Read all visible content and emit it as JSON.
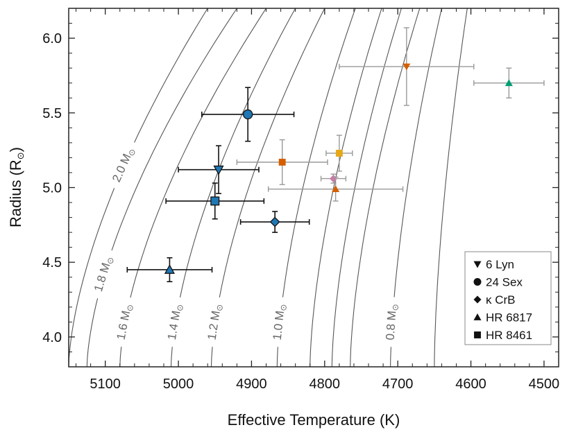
{
  "chart_data": {
    "type": "scatter",
    "xlabel": "Effective Temperature (K)",
    "ylabel": "Radius (R",
    "ylabel_symbol": "⊙",
    "ylabel_close": ")",
    "xlim": [
      5150,
      4480
    ],
    "ylim": [
      3.8,
      6.2
    ],
    "xticks": [
      5100,
      5000,
      4900,
      4800,
      4700,
      4600,
      4500
    ],
    "yticks": [
      4.0,
      4.5,
      5.0,
      5.5,
      6.0
    ],
    "ytick_labels": [
      "4.0",
      "4.5",
      "5.0",
      "5.5",
      "6.0"
    ],
    "grid": false,
    "legend_position": "bottom-right",
    "tracks": [
      {
        "label": "2.0 M",
        "x_at_min": 5150,
        "x_at_max": 4960
      },
      {
        "label": "1.8 M",
        "x_at_min": 5125,
        "x_at_max": 4920
      },
      {
        "label": "1.6 M",
        "x_at_min": 5080,
        "x_at_max": 4880
      },
      {
        "label": "1.4 M",
        "x_at_min": 5010,
        "x_at_max": 4840
      },
      {
        "label": "1.2 M",
        "x_at_min": 4955,
        "x_at_max": 4800
      },
      {
        "label": "1.0 M",
        "x_at_min": 4865,
        "x_at_max": 4758
      },
      {
        "label": "",
        "x_at_min": 4820,
        "x_at_max": 4722
      },
      {
        "label": "",
        "x_at_min": 4790,
        "x_at_max": 4695
      },
      {
        "label": "",
        "x_at_min": 4765,
        "x_at_max": 4670
      },
      {
        "label": "0.8 M",
        "x_at_min": 4710,
        "x_at_max": 4640
      },
      {
        "label": "",
        "x_at_min": 4650,
        "x_at_max": 4605
      }
    ],
    "track_label_symbol": "⊙",
    "series": [
      {
        "name": "6 Lyn",
        "marker": "triangle-down",
        "points": [
          {
            "x": 4945,
            "y": 5.12,
            "xerr": 55,
            "yerr": 0.16,
            "color": "#1f77b4",
            "style": "primary"
          },
          {
            "x": 4688,
            "y": 5.81,
            "xerr": 92,
            "yerr": 0.26,
            "color": "#d55e00",
            "style": "literature"
          }
        ]
      },
      {
        "name": "24 Sex",
        "marker": "circle",
        "points": [
          {
            "x": 4905,
            "y": 5.49,
            "xerr": 63,
            "yerr": 0.18,
            "color": "#1f77b4",
            "style": "primary"
          }
        ]
      },
      {
        "name": "κ CrB",
        "marker": "diamond",
        "points": [
          {
            "x": 4868,
            "y": 4.77,
            "xerr": 47,
            "yerr": 0.07,
            "color": "#1f77b4",
            "style": "primary"
          },
          {
            "x": 4788,
            "y": 5.06,
            "xerr": 17,
            "yerr": 0.03,
            "color": "#cc79a7",
            "style": "literature"
          }
        ]
      },
      {
        "name": "HR 6817",
        "marker": "triangle-up",
        "points": [
          {
            "x": 5012,
            "y": 4.45,
            "xerr": 58,
            "yerr": 0.08,
            "color": "#1f77b4",
            "style": "primary"
          },
          {
            "x": 4785,
            "y": 4.99,
            "xerr": 92,
            "yerr": 0.08,
            "color": "#d55e00",
            "style": "literature"
          },
          {
            "x": 4548,
            "y": 5.7,
            "xerr": 48,
            "yerr": 0.1,
            "color": "#009e73",
            "style": "literature"
          }
        ]
      },
      {
        "name": "HR 8461",
        "marker": "square",
        "points": [
          {
            "x": 4950,
            "y": 4.91,
            "xerr": 67,
            "yerr": 0.12,
            "color": "#1f77b4",
            "style": "primary"
          },
          {
            "x": 4858,
            "y": 5.17,
            "xerr": 62,
            "yerr": 0.15,
            "color": "#d55e00",
            "style": "literature"
          },
          {
            "x": 4780,
            "y": 5.23,
            "xerr": 18,
            "yerr": 0.12,
            "color": "#e6a817",
            "style": "literature"
          }
        ]
      }
    ]
  }
}
